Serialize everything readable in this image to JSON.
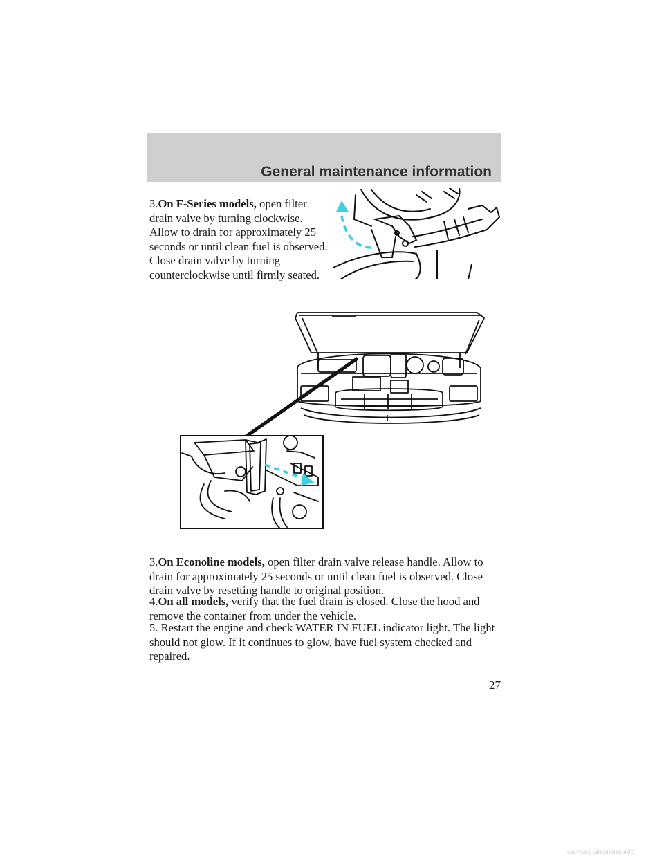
{
  "header": {
    "title": "General maintenance information"
  },
  "steps": [
    {
      "num": "3.",
      "lead": "On F-Series models,",
      "text": " open filter drain valve by turning clockwise. Allow to drain for approximately 25 seconds or until clean fuel is observed. Close drain valve by turning counterclockwise until firmly seated."
    },
    {
      "num": "3.",
      "lead": "On Econoline models,",
      "text": " open filter drain valve release handle. Allow to drain for approximately 25 seconds or until clean fuel is observed. Close drain valve by resetting handle to original position."
    },
    {
      "num": "4.",
      "lead": "On all models,",
      "text": " verify that the fuel drain is closed. Close the hood and remove the container from under the vehicle."
    },
    {
      "num": "5.",
      "lead": "",
      "text": " Restart the engine and check WATER IN FUEL indicator light. The light should not glow. If it continues to glow, have fuel system checked and repaired."
    }
  ],
  "page_number": "27",
  "footer": {
    "watermark": "carmanualsonline.info"
  },
  "colors": {
    "header_band": "#cfcfcf",
    "arrow_accent": "#3fd0e0"
  }
}
